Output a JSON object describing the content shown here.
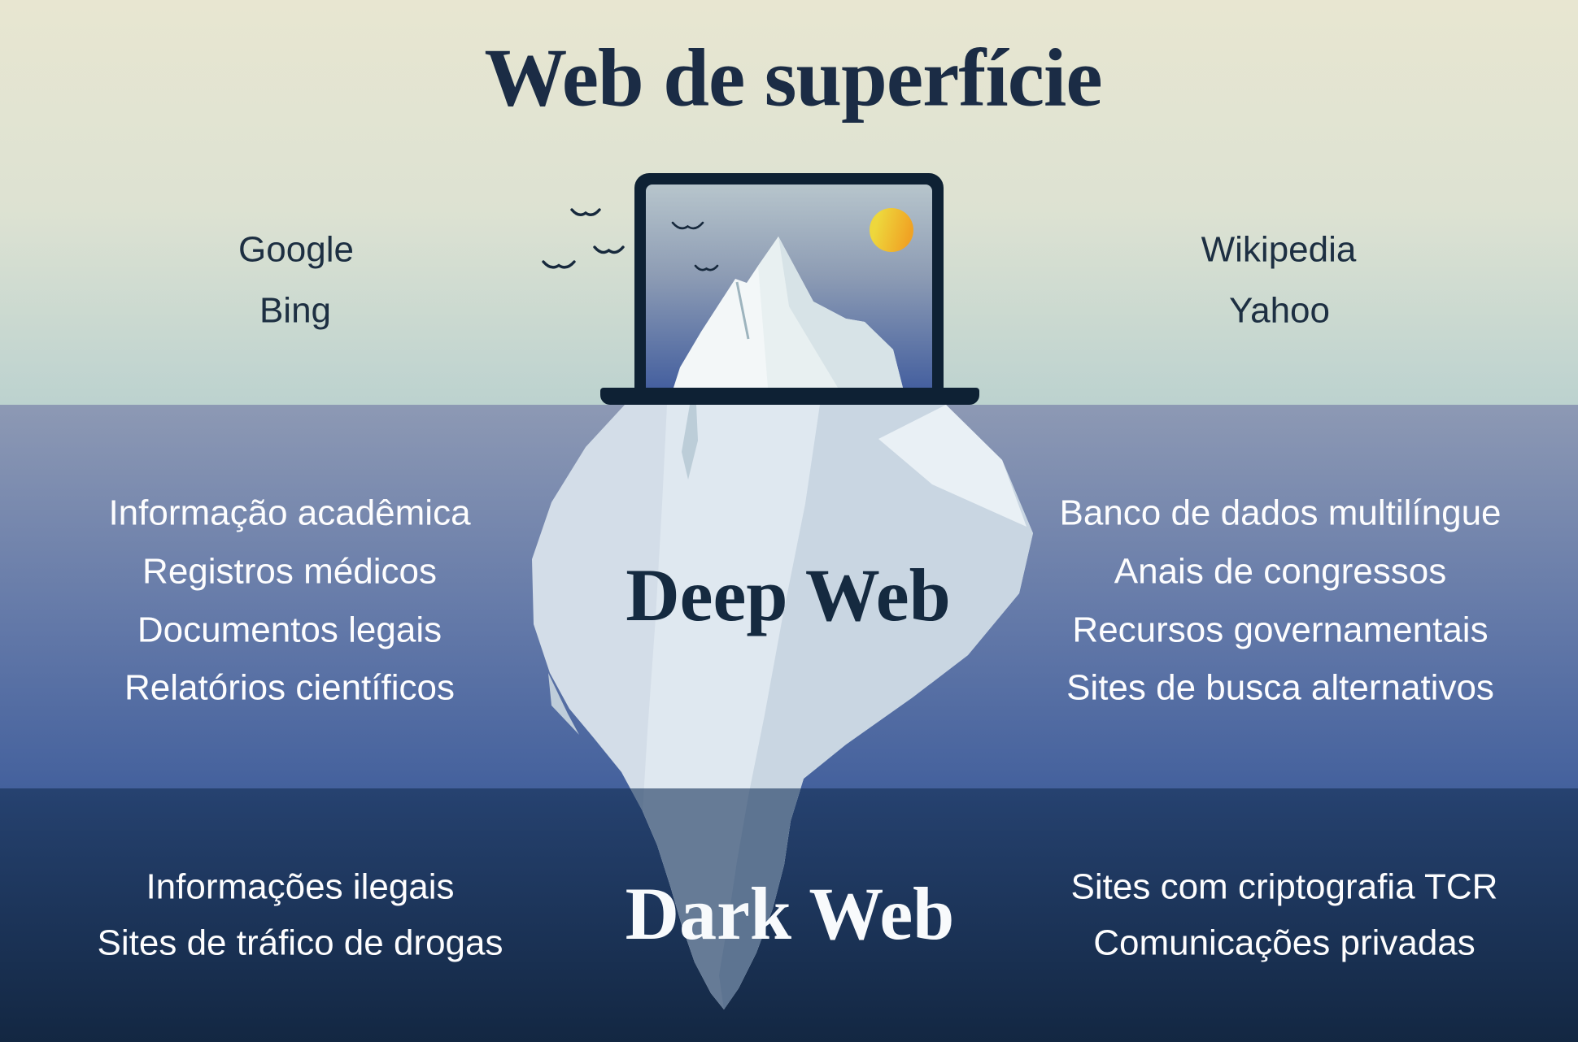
{
  "title": "Web de superfície",
  "surface": {
    "left_labels": [
      "Google",
      "Bing"
    ],
    "right_labels": [
      "Wikipedia",
      "Yahoo"
    ]
  },
  "deep": {
    "label": "Deep Web",
    "left_labels": [
      "Informação acadêmica",
      "Registros médicos",
      "Documentos legais",
      "Relatórios científicos"
    ],
    "right_labels": [
      "Banco de dados multilíngue",
      "Anais de congressos",
      "Recursos governamentais",
      "Sites de busca alternativos"
    ]
  },
  "dark": {
    "label": "Dark Web",
    "left_labels": [
      "Informações ilegais",
      "Sites de tráfico de drogas"
    ],
    "right_labels": [
      "Sites com criptografia TCR",
      "Comunicações privadas"
    ]
  },
  "icons": {
    "sun": "sun-icon",
    "birds": "bird-icon",
    "laptop": "laptop-icon",
    "iceberg": "iceberg-illustration"
  },
  "colors": {
    "surface_top": "#e8e6d1",
    "surface_bottom": "#bcd2cf",
    "deep_top": "#8d99b4",
    "deep_bottom": "#44619d",
    "dark_top": "#264270",
    "dark_bottom": "#132742",
    "text_navy": "#1b2c45",
    "text_white": "#fdfdfe",
    "laptop_frame": "#0e2134",
    "sun_yellow": "#eed73c",
    "sun_orange": "#f0a324",
    "iceberg_light": "#f3f7f8",
    "iceberg_underwater": "#d3dde8"
  }
}
